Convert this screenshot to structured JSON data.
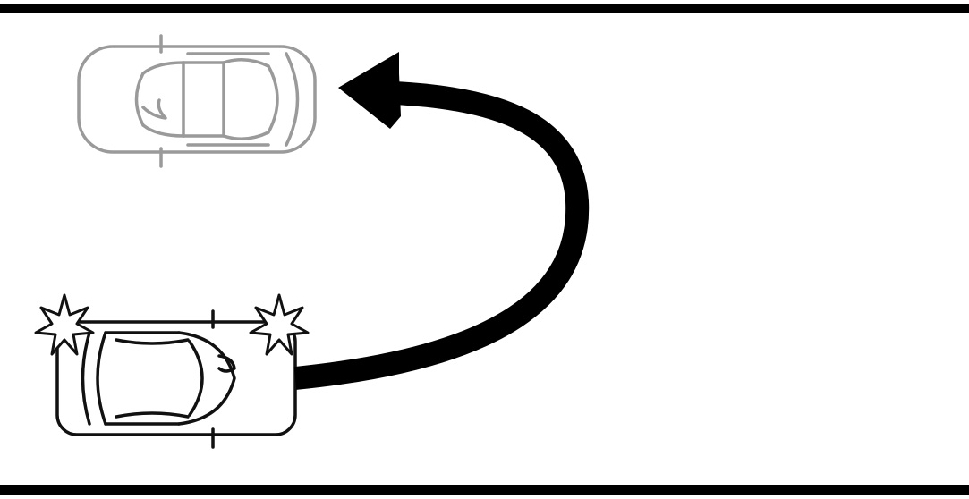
{
  "diagram": {
    "kind": "three-point-turn illustration",
    "scene": {
      "road_edge_color": "#000000",
      "background_color": "#ffffff"
    },
    "vehicles": [
      {
        "id": "start-car",
        "role": "starting position",
        "facing": "right",
        "hazard_lights": true,
        "stroke_color": "#111111"
      },
      {
        "id": "end-car",
        "role": "ending position",
        "facing": "left",
        "hazard_lights": false,
        "stroke_color": "#9a9a9a"
      }
    ],
    "path": {
      "shape": "u-turn",
      "from": "start-car",
      "to": "end-car",
      "color": "#000000"
    },
    "labels": []
  }
}
